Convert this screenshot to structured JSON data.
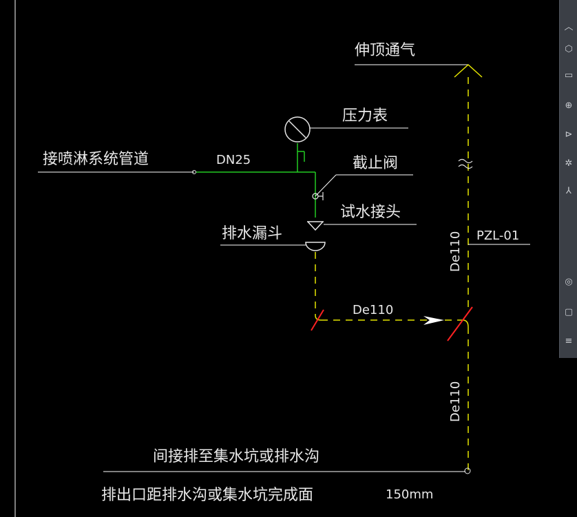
{
  "labels": {
    "vent": "伸顶通气",
    "pressure_gauge": "压力表",
    "sprinkler_connect": "接喷淋系统管道",
    "dn25": "DN25",
    "stop_valve": "截止阀",
    "test_connector": "试水接头",
    "drain_funnel": "排水漏斗",
    "pzl": "PZL-01",
    "de110_vertical_upper": "De110",
    "de110_horizontal": "De110",
    "de110_vertical_lower": "De110",
    "indirect_discharge": "间接排至集水坑或排水沟",
    "outlet_distance": "排出口距排水沟或集水坑完成面",
    "dimension_150": "150mm"
  },
  "toolbar": {
    "icons": [
      "chevron-up-icon",
      "cube-icon",
      "box-icon",
      "globe-icon",
      "cursor-icon",
      "gear-icon",
      "split-icon",
      "target-icon",
      "window-icon",
      "list-icon"
    ]
  },
  "colors": {
    "background": "#000000",
    "leader_lines": "#ffffff",
    "supply_pipe": "#22cc22",
    "drain_pipe": "#e6e600",
    "break_marks": "#ff2222",
    "toolbar_bg": "#3b3f46"
  }
}
